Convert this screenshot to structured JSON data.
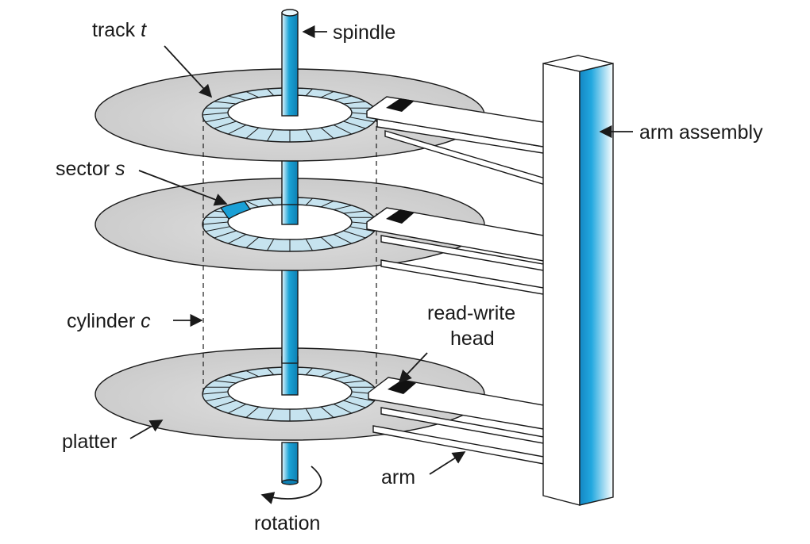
{
  "labels": {
    "track_word": "track",
    "track_var": "t",
    "spindle": "spindle",
    "arm_assembly": "arm assembly",
    "sector_word": "sector",
    "sector_var": "s",
    "cylinder_word": "cylinder",
    "cylinder_var": "c",
    "rw_head_line1": "read-write",
    "rw_head_line2": "head",
    "platter": "platter",
    "arm": "arm",
    "rotation": "rotation"
  },
  "colors": {
    "spindle_blue": "#1ba3d6",
    "track_fill": "#c6e3ef",
    "sector_highlight": "#1aa0d6",
    "platter_gray": "#d2d2d2",
    "head_black": "#111111"
  }
}
